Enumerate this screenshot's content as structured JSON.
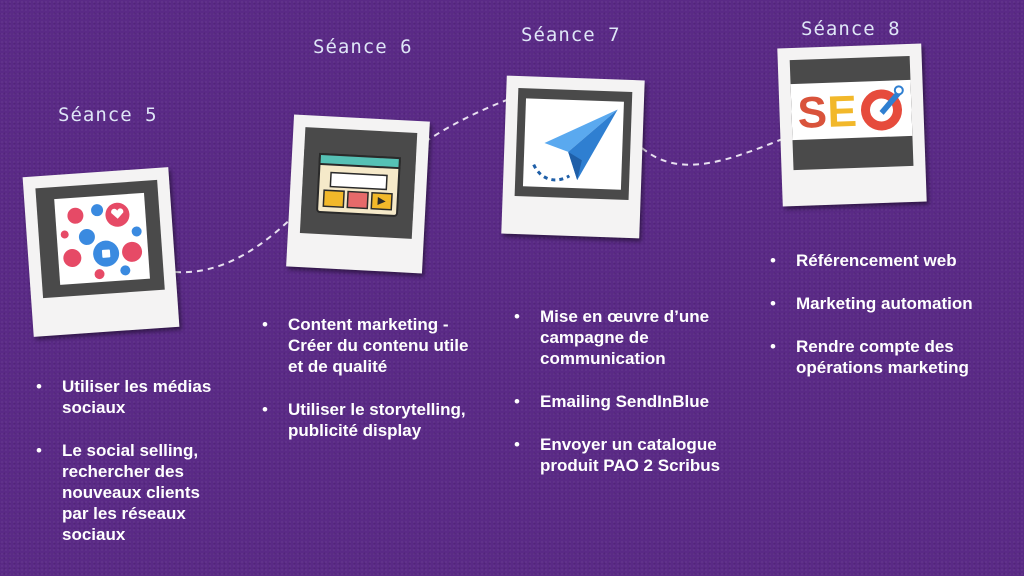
{
  "sessions": [
    {
      "title": "Séance 5",
      "icon": "social-media-likes-icon",
      "bullets": [
        "Utiliser les médias sociaux",
        "Le social selling, rechercher des nouveaux clients par les réseaux sociaux"
      ]
    },
    {
      "title": "Séance 6",
      "icon": "content-marketing-icon",
      "bullets": [
        "Content marketing - Créer du contenu utile et de qualité",
        "Utiliser le storytelling, publicité display"
      ]
    },
    {
      "title": "Séance 7",
      "icon": "paper-plane-icon",
      "bullets": [
        "Mise en œuvre d’une campagne de communication",
        "Emailing SendInBlue",
        "Envoyer un catalogue produit  PAO 2 Scribus"
      ]
    },
    {
      "title": "Séance 8",
      "icon": "seo-icon",
      "seo_text": "SEO",
      "bullets": [
        "Référencement web",
        "Marketing automation",
        "Rendre compte des opérations marketing"
      ]
    }
  ],
  "colors": {
    "background": "#5a2a86",
    "title": "#dfe6f7",
    "bullet_text": "#ffffff",
    "seo_s": "#d9533b",
    "seo_e": "#f2b82a",
    "seo_o": "#e64b3c",
    "plane": "#2f7fd1"
  }
}
